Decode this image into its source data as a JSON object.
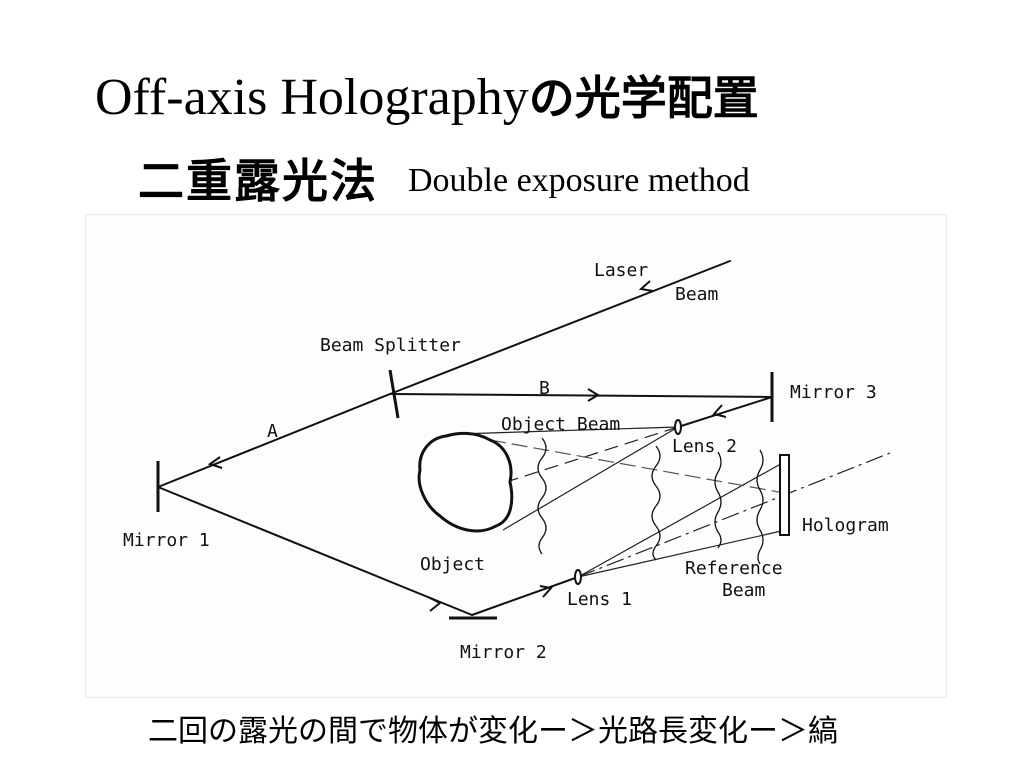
{
  "title": {
    "line1_latin": "Off-axis Holography",
    "line1_jp": "の光学配置",
    "line2_jp": "二重露光法",
    "line2_en": "Double exposure method"
  },
  "diagram": {
    "labels": {
      "laser": "Laser",
      "beam": "Beam",
      "beam_splitter": "Beam Splitter",
      "path_a": "A",
      "path_b": "B",
      "mirror1": "Mirror 1",
      "mirror2": "Mirror 2",
      "mirror3": "Mirror 3",
      "object_beam": "Object Beam",
      "lens2": "Lens 2",
      "lens1": "Lens 1",
      "object": "Object",
      "hologram": "Hologram",
      "reference": "Reference",
      "reference_beam": "Beam"
    }
  },
  "footer": "二回の露光の間で物体が変化ー＞光路長変化ー＞縞"
}
